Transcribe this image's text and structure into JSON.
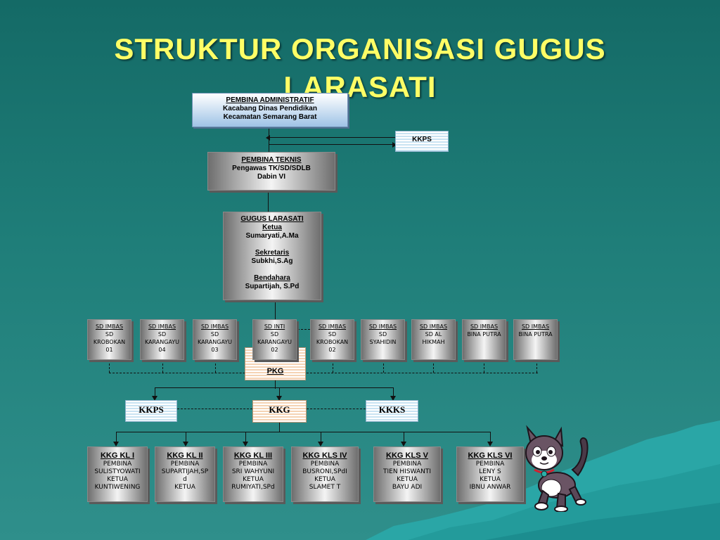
{
  "slide": {
    "title_line1": "STRUKTUR ORGANISASI GUGUS",
    "title_line2": "LARASATI"
  },
  "pembina_admin": {
    "title": "PEMBINA ADMINISTRATIF",
    "line1": "Kacabang Dinas Pendidikan",
    "line2": "Kecamatan Semarang Barat"
  },
  "kkps_top": "KKPS",
  "pembina_teknis": {
    "title": "PEMBINA TEKNIS",
    "line1": "Pengawas TK/SD/SDLB",
    "line2": "Dabin VI"
  },
  "gugus": {
    "title": "GUGUS LARASATI",
    "ketua_label": "Ketua",
    "ketua_name": "Sumaryati,A.Ma",
    "sekretaris_label": "Sekretaris",
    "sekretaris_name": "Subkhi,S.Ag",
    "bendahara_label": "Bendahara",
    "bendahara_name": "Supartijah, S.Pd"
  },
  "schools": [
    {
      "l1": "SD IMBAS",
      "l2": "SD",
      "l3": "KROBOKAN",
      "l4": "01"
    },
    {
      "l1": "SD IMBAS",
      "l2": "SD",
      "l3": "KARANGAYU",
      "l4": "04"
    },
    {
      "l1": "SD IMBAS",
      "l2": "SD",
      "l3": "KARANGAYU",
      "l4": "03"
    },
    {
      "l1": "SD INTI",
      "l2": "SD",
      "l3": "KARANGAYU",
      "l4": "02"
    },
    {
      "l1": "SD IMBAS",
      "l2": "SD",
      "l3": "KROBOKAN",
      "l4": "02"
    },
    {
      "l1": "SD IMBAS",
      "l2": "SD",
      "l3": "SYAHIDIN",
      "l4": ""
    },
    {
      "l1": "SD IMBAS",
      "l2": "SD AL",
      "l3": "HIKMAH",
      "l4": ""
    },
    {
      "l1": "SD IMBAS",
      "l2": "BINA PUTRA",
      "l3": "",
      "l4": ""
    },
    {
      "l1": "SD IMBAS",
      "l2": "BINA PUTRA",
      "l3": "",
      "l4": ""
    }
  ],
  "pkg": "PKG",
  "kkps_mid": "KKPS",
  "kkg": "KKG",
  "kkks": "KKKS",
  "kkg_groups": [
    {
      "title": "KKG KL I",
      "l1": "PEMBINA",
      "l2": "SULISTYOWATI",
      "l3": "KETUA",
      "l4": "KUNTIWENING"
    },
    {
      "title": "KKG KL II",
      "l1": "PEMBINA",
      "l2": "SUPARTIJAH,SP",
      "l3": "d",
      "l4": "KETUA"
    },
    {
      "title": "KKG KL III",
      "l1": "PEMBINA",
      "l2": "SRI WAHYUNI",
      "l3": "KETUA",
      "l4": "RUMIYATI,SPd"
    },
    {
      "title": "KKG KLS IV",
      "l1": "PEMBINA",
      "l2": "BUSRONI,SPdI",
      "l3": "KETUA",
      "l4": "SLAMET T"
    },
    {
      "title": "KKG KLS V",
      "l1": "PEMBINA",
      "l2": "TIEN HISWANTI",
      "l3": "KETUA",
      "l4": "BAYU ADI"
    },
    {
      "title": "KKG KLS VI",
      "l1": "PEMBINA",
      "l2": "LENY S",
      "l3": "KETUA",
      "l4": "IBNU ANWAR"
    }
  ],
  "colors": {
    "title": "#ffff66",
    "background": "#1f7e79",
    "mountain": "#2aa6a6"
  },
  "decorations": {
    "cat": "cartoon-cat-icon"
  }
}
